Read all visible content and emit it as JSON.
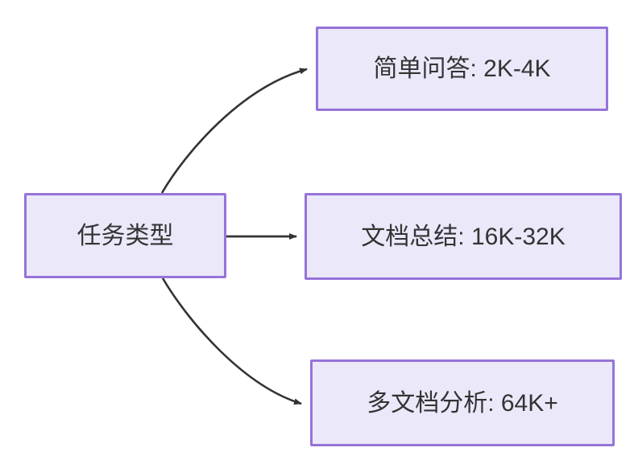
{
  "diagram": {
    "type": "flowchart",
    "direction": "left-to-right",
    "background_color": "#ffffff",
    "node_fill_color": "#ebe8fa",
    "node_border_color": "#9673d9",
    "node_text_color": "#333333",
    "edge_color": "#333333",
    "nodes": [
      {
        "id": "source",
        "label": "任务类型"
      },
      {
        "id": "simple",
        "label": "简单问答: 2K-4K"
      },
      {
        "id": "doc",
        "label": "文档总结: 16K-32K"
      },
      {
        "id": "multi",
        "label": "多文档分析: 64K+"
      }
    ],
    "edges": [
      {
        "from": "source",
        "to": "simple",
        "style": "curved",
        "arrow": "arrowhead-icon"
      },
      {
        "from": "source",
        "to": "doc",
        "style": "straight",
        "arrow": "arrowhead-icon"
      },
      {
        "from": "source",
        "to": "multi",
        "style": "curved",
        "arrow": "arrowhead-icon"
      }
    ]
  }
}
